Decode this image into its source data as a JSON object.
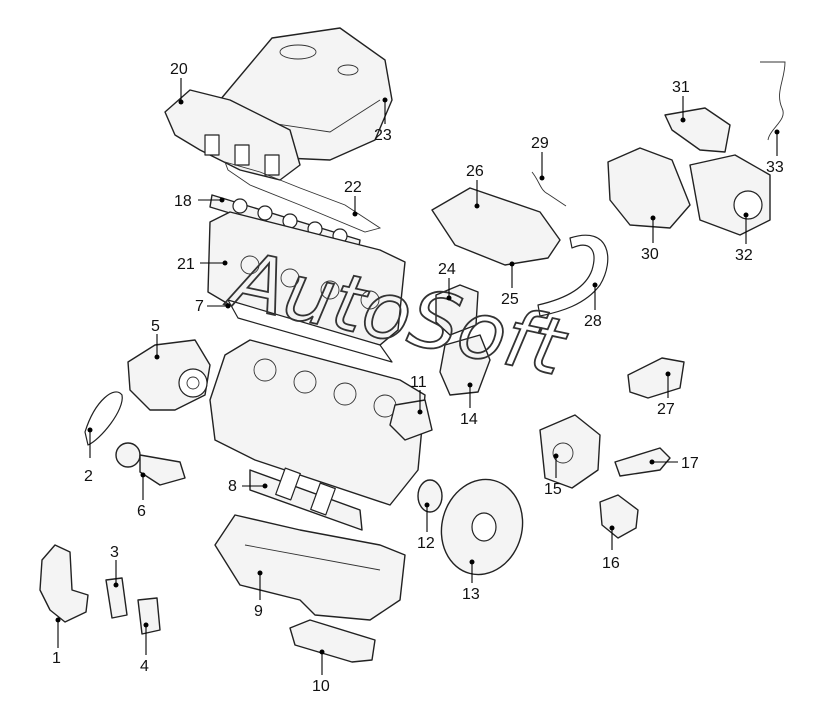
{
  "diagram": {
    "labels": [
      {
        "id": "1",
        "text": "1"
      },
      {
        "id": "2",
        "text": "2"
      },
      {
        "id": "3",
        "text": "3"
      },
      {
        "id": "4",
        "text": "4"
      },
      {
        "id": "5",
        "text": "5"
      },
      {
        "id": "6",
        "text": "6"
      },
      {
        "id": "7",
        "text": "7"
      },
      {
        "id": "8",
        "text": "8"
      },
      {
        "id": "9",
        "text": "9"
      },
      {
        "id": "10",
        "text": "10"
      },
      {
        "id": "11",
        "text": "11"
      },
      {
        "id": "12",
        "text": "12"
      },
      {
        "id": "13",
        "text": "13"
      },
      {
        "id": "14",
        "text": "14"
      },
      {
        "id": "15",
        "text": "15"
      },
      {
        "id": "16",
        "text": "16"
      },
      {
        "id": "17",
        "text": "17"
      },
      {
        "id": "18",
        "text": "18"
      },
      {
        "id": "20",
        "text": "20"
      },
      {
        "id": "21",
        "text": "21"
      },
      {
        "id": "22",
        "text": "22"
      },
      {
        "id": "23",
        "text": "23"
      },
      {
        "id": "24",
        "text": "24"
      },
      {
        "id": "25",
        "text": "25"
      },
      {
        "id": "26",
        "text": "26"
      },
      {
        "id": "27",
        "text": "27"
      },
      {
        "id": "28",
        "text": "28"
      },
      {
        "id": "29",
        "text": "29"
      },
      {
        "id": "30",
        "text": "30"
      },
      {
        "id": "31",
        "text": "31"
      },
      {
        "id": "32",
        "text": "32"
      },
      {
        "id": "33",
        "text": "33"
      }
    ],
    "watermark": "AutoSoft"
  }
}
